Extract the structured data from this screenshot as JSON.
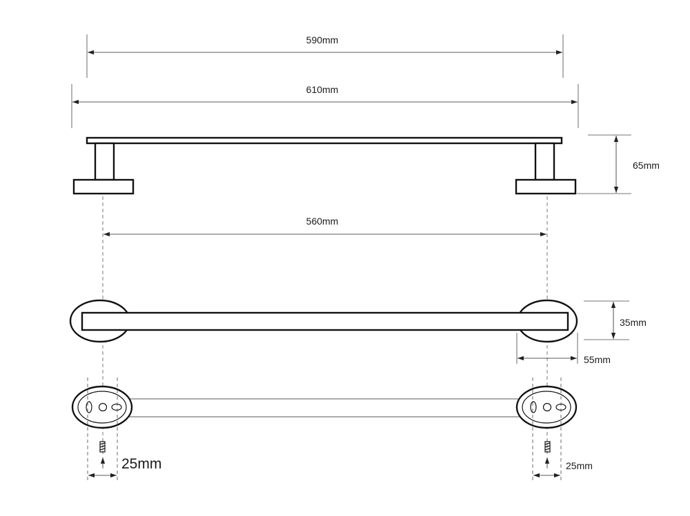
{
  "dimensions": {
    "overall_bar_length": "590mm",
    "overall_length": "610mm",
    "height": "65mm",
    "center_distance": "560mm",
    "bar_depth": "35mm",
    "base_width": "55mm",
    "fixing_left": "25mm",
    "fixing_right": "25mm"
  }
}
